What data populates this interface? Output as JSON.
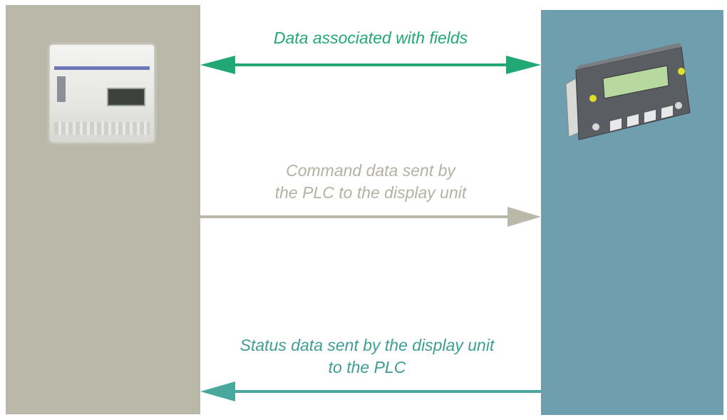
{
  "labels": {
    "fields": "Data associated with fields",
    "command": "Command data sent by\nthe PLC to the display unit",
    "status": "Status data sent by the display unit\nto the PLC"
  },
  "colors": {
    "left_panel": "#b9b8a9",
    "right_panel": "#6f9eaf",
    "fields_arrow": "#22a874",
    "command_arrow": "#b9b8a9",
    "status_arrow": "#4aa79d"
  },
  "icons": {
    "plc": "plc-controller-icon",
    "display_unit": "display-unit-icon"
  }
}
